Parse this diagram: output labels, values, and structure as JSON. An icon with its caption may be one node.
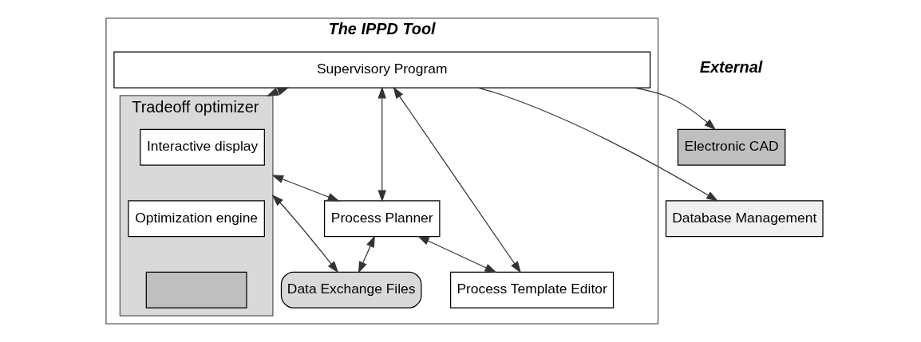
{
  "diagram": {
    "nodes": [
      {
        "text": [
          "The IPPD Tool"
        ]
      },
      {
        "text": [
          "Supervisory Program"
        ],
        "in": 0
      },
      {
        "text": [
          "Tradeoff optimizer"
        ],
        "in": 0
      },
      {
        "text": [
          "Interactive display"
        ],
        "in": 2
      },
      {
        "text": [
          "Optimization engine"
        ],
        "in": 2
      },
      {
        "text": [],
        "shape": "box",
        "in": 2
      },
      {
        "text": [
          "Process Planner"
        ],
        "in": 0
      },
      {
        "text": [
          "Process Template Editor"
        ],
        "in": 0
      },
      {
        "text": [
          "Data Exchange Files"
        ],
        "in": 0
      },
      {
        "text": [
          "Electronic CAD"
        ]
      },
      {
        "text": [
          "Database Management"
        ]
      }
    ],
    "edges": [
      {
        "from": 1,
        "to": 9,
        "arrow": "to"
      },
      {
        "from": 1,
        "to": 10,
        "arrow": "to"
      },
      {
        "from": 1,
        "to": 2,
        "arrow": "both"
      },
      {
        "from": 1,
        "to": 6,
        "arrow": "both"
      },
      {
        "from": 1,
        "to": 7,
        "arrow": "both"
      },
      {
        "from": 2,
        "to": 6,
        "arrow": "both"
      },
      {
        "from": 6,
        "to": 7,
        "arrow": "both"
      },
      {
        "from": 6,
        "to": 8,
        "arrow": "both"
      },
      {
        "from": 2,
        "to": 8,
        "arrow": "both"
      }
    ],
    "labels": [
      "External"
    ]
  }
}
